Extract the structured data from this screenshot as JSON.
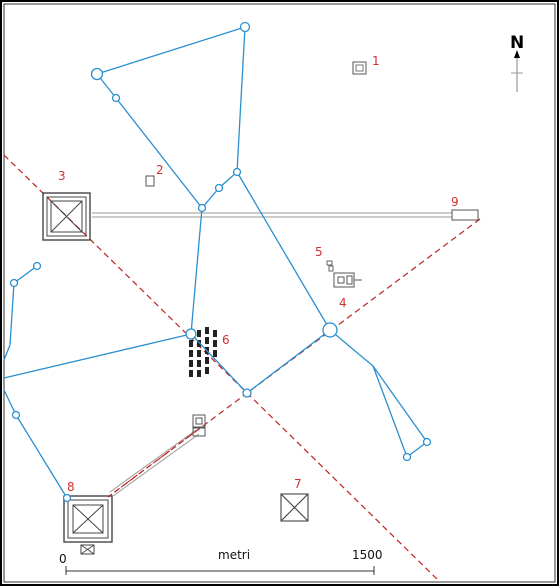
{
  "map": {
    "labels": [
      "1",
      "2",
      "3",
      "4",
      "5",
      "6",
      "7",
      "8",
      "9"
    ],
    "north_letter": "N",
    "scale": {
      "start": "0",
      "unit": "metri",
      "end": "1500"
    }
  },
  "colors": {
    "line": "#2b8fd0",
    "alignment": "#c02020",
    "label": "#d03030",
    "structure": "#555555",
    "frame": "#000000"
  }
}
